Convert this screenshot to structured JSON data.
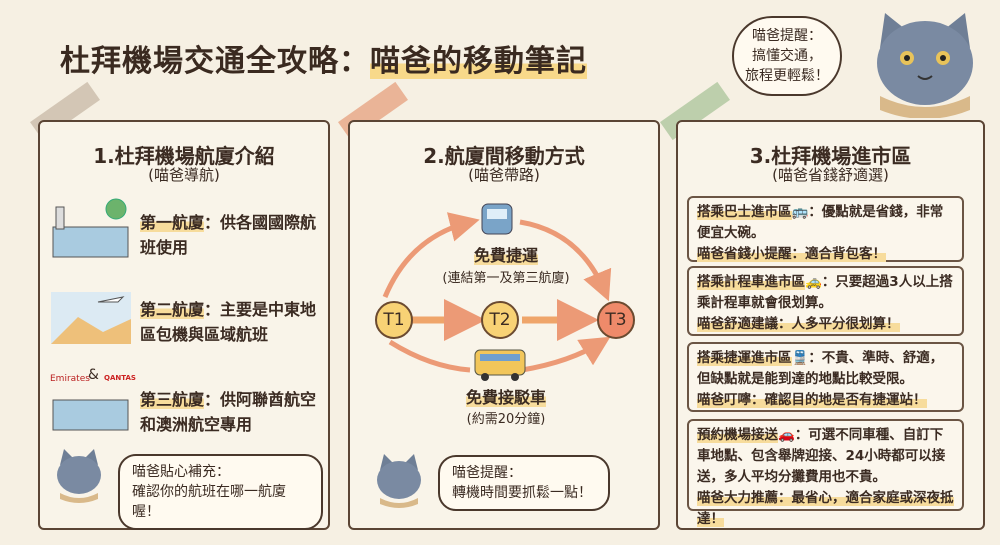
{
  "title": {
    "part1": "杜拜機場交通全攻略：",
    "part2": "喵爸的移動筆記"
  },
  "top_bubble": {
    "line1": "喵爸提醒：",
    "line2": "搞懂交通，",
    "line3": "旅程更輕鬆！"
  },
  "panel1": {
    "heading": "1.杜拜機場航廈介紹",
    "sub": "(喵爸導航)",
    "items": [
      {
        "label": "第一航廈",
        "text": "：供各國國際航班使用"
      },
      {
        "label": "第二航廈",
        "text": "：主要是中東地區包機與區域航班"
      },
      {
        "label": "第三航廈",
        "text": "：供阿聯酋航空和澳洲航空專用"
      }
    ],
    "logos": {
      "a": "Emirates",
      "amp": "&",
      "b": "QANTAS"
    },
    "tip": {
      "line1": "喵爸貼心補充：",
      "line2": "確認你的航班在哪一航廈喔！"
    }
  },
  "panel2": {
    "heading": "2.航廈間移動方式",
    "sub": "(喵爸帶路)",
    "nodes": [
      "T1",
      "T2",
      "T3"
    ],
    "metro": {
      "label": "免費捷運",
      "sub": "(連結第一及第三航廈)"
    },
    "shuttle": {
      "label": "免費接駁車",
      "sub": "(約需20分鐘)"
    },
    "tip": {
      "line1": "喵爸提醒：",
      "line2": "轉機時間要抓鬆一點！"
    }
  },
  "panel3": {
    "heading": "3.杜拜機場進市區",
    "sub": "(喵爸省錢舒適選)",
    "options": [
      {
        "title": "搭乘巴士進市區",
        "icon": "🚌",
        "text": "：優點就是省錢，非常便宜大碗。",
        "tip": "喵爸省錢小提醒：適合背包客！"
      },
      {
        "title": "搭乘計程車進市區",
        "icon": "🚕",
        "text": "：只要超過3人以上搭乘計程車就會很划算。",
        "tip": "喵爸舒適建議：人多平分很划算！"
      },
      {
        "title": "搭乘捷運進市區",
        "icon": "🚆",
        "text": "：不貴、準時、舒適，但缺點就是能到達的地點比較受限。",
        "tip": "喵爸叮嚀：確認目的地是否有捷運站！"
      },
      {
        "title": "預約機場接送",
        "icon": "🚗",
        "text": "：可選不同車種、自訂下車地點、包含舉牌迎接、24小時都可以接送，多人平均分攤費用也不貴。",
        "tip": "喵爸大力推薦：最省心，適合家庭或深夜抵達！"
      }
    ]
  },
  "colors": {
    "bg": "#f6f0e3",
    "border": "#5b4535",
    "highlight": "#f7dc9c",
    "node_yellow": "#f8d275",
    "node_red": "#ef8a6a",
    "arrow": "#ec9a76"
  }
}
